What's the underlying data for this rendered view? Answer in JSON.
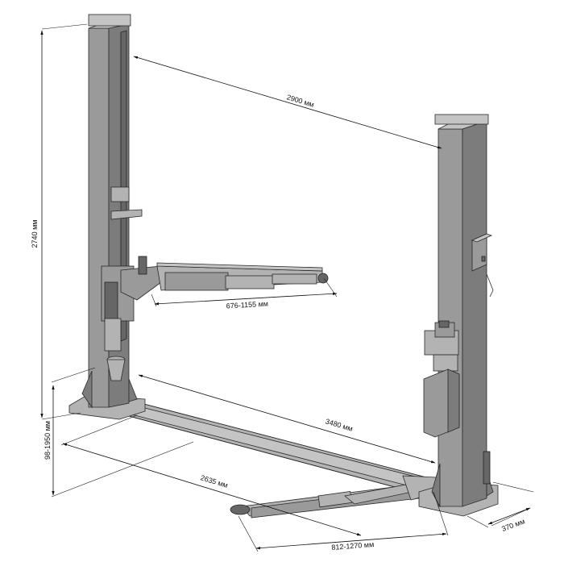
{
  "dimensions": {
    "height_total": "2740 мм",
    "column_spacing": "2900 мм",
    "arm_short": "676-1155 мм",
    "width_overall": "3480 мм",
    "lift_height": "98-1950 мм",
    "length_2635": "2635 мм",
    "arm_long": "812-1270 мм",
    "base_depth": "370 мм"
  },
  "colors": {
    "metal": "#9a9a9a",
    "dimension_lines": "#111111"
  }
}
